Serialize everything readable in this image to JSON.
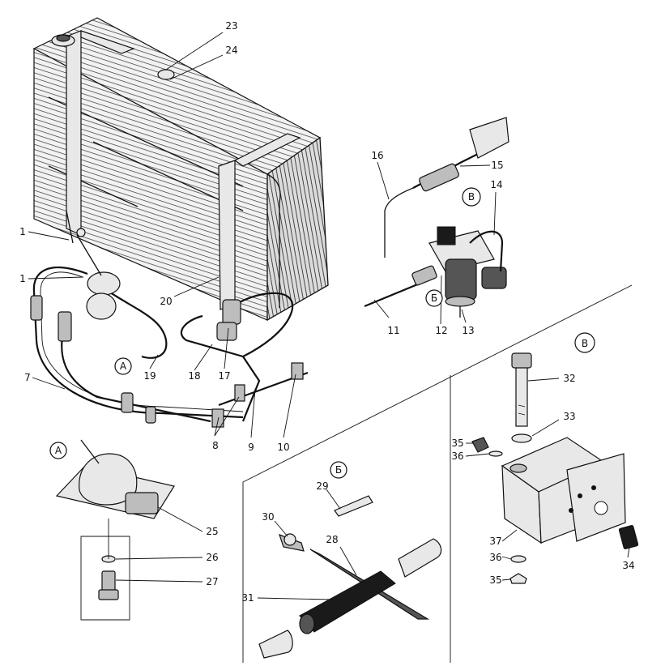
{
  "callouts": {
    "n1a": "1",
    "n1b": "1",
    "n7": "7",
    "n8": "8",
    "n9": "9",
    "n10": "10",
    "n11": "11",
    "n12": "12",
    "n13": "13",
    "n14": "14",
    "n15": "15",
    "n16": "16",
    "n17": "17",
    "n18": "18",
    "n19": "19",
    "n20": "20",
    "n23": "23",
    "n24": "24",
    "n25": "25",
    "n26": "26",
    "n27": "27",
    "n28": "28",
    "n29": "29",
    "n30": "30",
    "n31": "31",
    "n32": "32",
    "n33": "33",
    "n34": "34",
    "n35a": "35",
    "n35b": "35",
    "n36a": "36",
    "n36b": "36",
    "n37": "37"
  },
  "views": {
    "a_main": "А",
    "b_main": "Б",
    "v_main": "В",
    "a_detail": "А",
    "b_detail": "Б",
    "v_detail": "В"
  }
}
